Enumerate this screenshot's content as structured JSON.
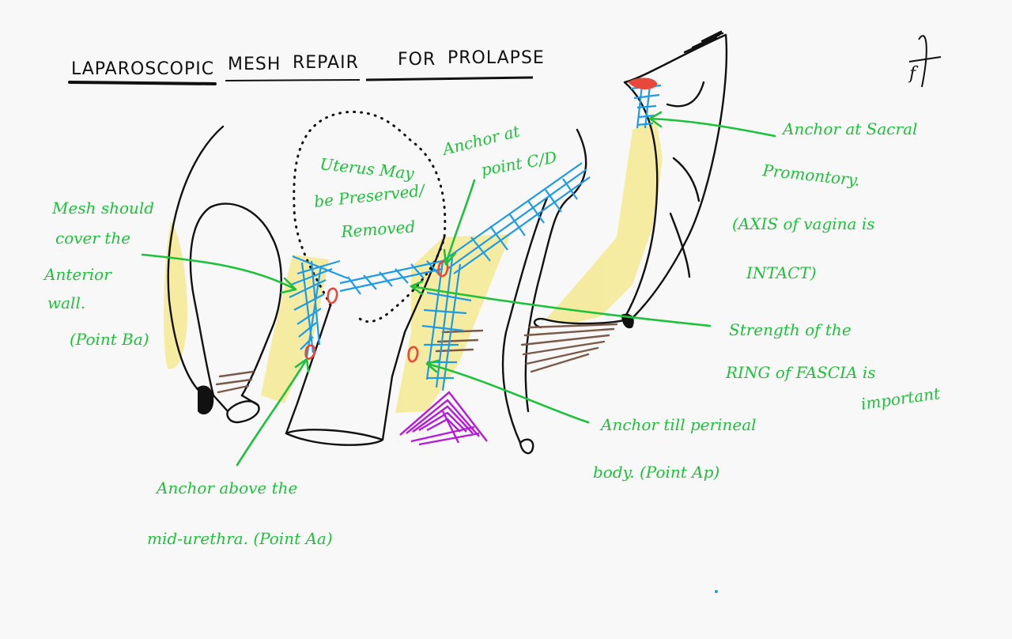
{
  "title": {
    "words": [
      "LAPAROSCOPIC",
      "MESH",
      "REPAIR",
      "FOR",
      "PROLAPSE"
    ]
  },
  "signature": "f",
  "labels": {
    "uterus": [
      "Uterus May",
      "be Preserved/",
      "Removed"
    ],
    "anchor_cd": [
      "Anchor at",
      "point C/D"
    ],
    "mesh_anterior": [
      "Mesh should",
      "cover the",
      "Anterior",
      "wall.",
      "(Point Ba)"
    ],
    "anchor_sacral": [
      "Anchor at Sacral",
      "Promontory."
    ],
    "axis": [
      "(AXIS of vagina is",
      "INTACT)"
    ],
    "fascia": [
      "Strength of the",
      "RING of FASCIA is",
      "important"
    ],
    "anchor_perineal": [
      "Anchor till perineal",
      "body. (Point Ap)"
    ],
    "anchor_urethra": [
      "Anchor above the",
      "mid-urethra. (Point Aa)"
    ]
  },
  "colors": {
    "background": "#f8f8f8",
    "ink": "#111111",
    "annotation": "#1ec23a",
    "mesh": "#1e9be6",
    "fascia_fill": "#f3e25a",
    "anchor": "#e8473c",
    "perineal_body": "#b51ad8",
    "rectum_muscle": "#7a5a48"
  }
}
